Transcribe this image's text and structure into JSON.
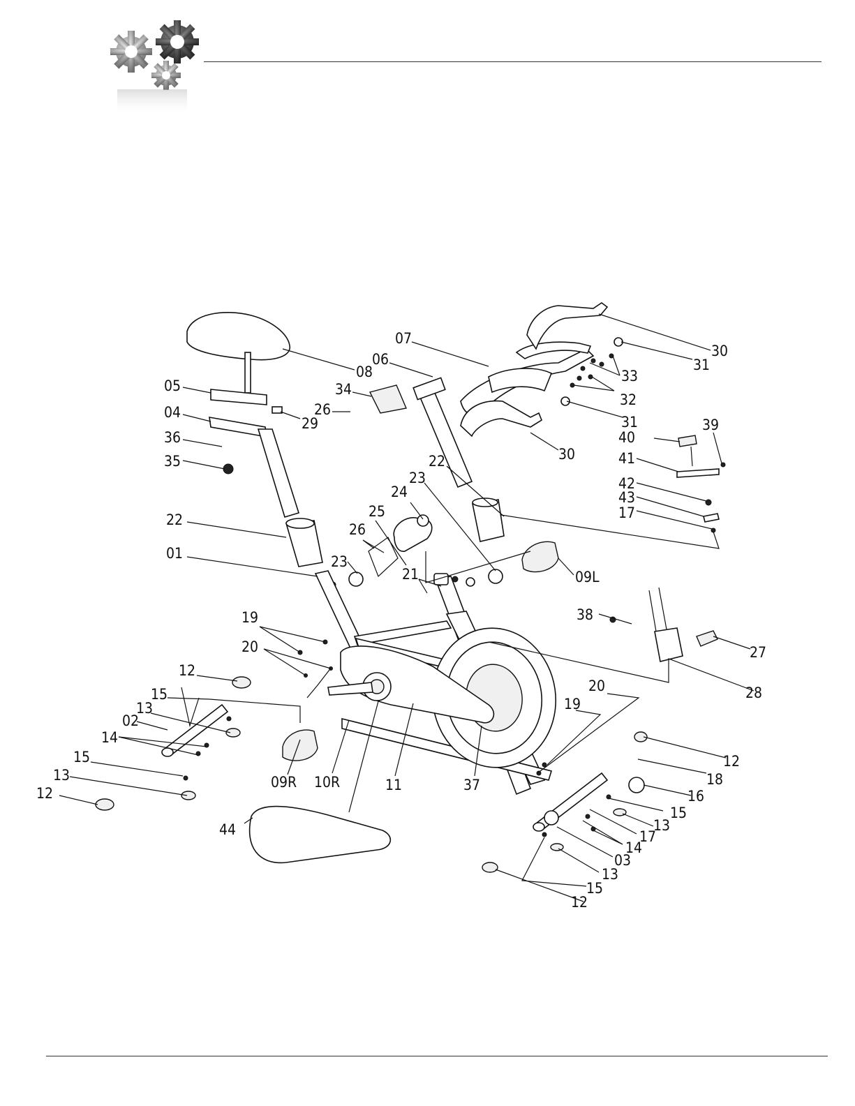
{
  "page": {
    "accent": "#333333"
  },
  "header": {
    "icon": "gears-icon"
  },
  "diagram": {
    "callouts": [
      {
        "id": "c-30a",
        "text": "30"
      },
      {
        "id": "c-31a",
        "text": "31"
      },
      {
        "id": "c-33",
        "text": "33"
      },
      {
        "id": "c-32",
        "text": "32"
      },
      {
        "id": "c-31b",
        "text": "31"
      },
      {
        "id": "c-30b",
        "text": "30"
      },
      {
        "id": "c-07",
        "text": "07"
      },
      {
        "id": "c-06",
        "text": "06"
      },
      {
        "id": "c-08",
        "text": "08"
      },
      {
        "id": "c-05",
        "text": "05"
      },
      {
        "id": "c-04",
        "text": "04"
      },
      {
        "id": "c-36",
        "text": "36"
      },
      {
        "id": "c-35",
        "text": "35"
      },
      {
        "id": "c-29",
        "text": "29"
      },
      {
        "id": "c-34",
        "text": "34"
      },
      {
        "id": "c-26a",
        "text": "26"
      },
      {
        "id": "c-39",
        "text": "39"
      },
      {
        "id": "c-40",
        "text": "40"
      },
      {
        "id": "c-41",
        "text": "41"
      },
      {
        "id": "c-42",
        "text": "42"
      },
      {
        "id": "c-43",
        "text": "43"
      },
      {
        "id": "c-17a",
        "text": "17"
      },
      {
        "id": "c-22a",
        "text": "22"
      },
      {
        "id": "c-23a",
        "text": "23"
      },
      {
        "id": "c-24",
        "text": "24"
      },
      {
        "id": "c-25",
        "text": "25"
      },
      {
        "id": "c-26b",
        "text": "26"
      },
      {
        "id": "c-23b",
        "text": "23"
      },
      {
        "id": "c-22b",
        "text": "22"
      },
      {
        "id": "c-01",
        "text": "01"
      },
      {
        "id": "c-21",
        "text": "21"
      },
      {
        "id": "c-09l",
        "text": "09L"
      },
      {
        "id": "c-38",
        "text": "38"
      },
      {
        "id": "c-27",
        "text": "27"
      },
      {
        "id": "c-28",
        "text": "28"
      },
      {
        "id": "c-19a",
        "text": "19"
      },
      {
        "id": "c-20a",
        "text": "20"
      },
      {
        "id": "c-12a",
        "text": "12"
      },
      {
        "id": "c-15a",
        "text": "15"
      },
      {
        "id": "c-13a",
        "text": "13"
      },
      {
        "id": "c-02",
        "text": "02"
      },
      {
        "id": "c-14a",
        "text": "14"
      },
      {
        "id": "c-15b",
        "text": "15"
      },
      {
        "id": "c-13b",
        "text": "13"
      },
      {
        "id": "c-12b",
        "text": "12"
      },
      {
        "id": "c-09r",
        "text": "09R"
      },
      {
        "id": "c-10r",
        "text": "10R"
      },
      {
        "id": "c-11",
        "text": "11"
      },
      {
        "id": "c-37",
        "text": "37"
      },
      {
        "id": "c-20b",
        "text": "20"
      },
      {
        "id": "c-19b",
        "text": "19"
      },
      {
        "id": "c-12c",
        "text": "12"
      },
      {
        "id": "c-18",
        "text": "18"
      },
      {
        "id": "c-16",
        "text": "16"
      },
      {
        "id": "c-15c",
        "text": "15"
      },
      {
        "id": "c-13c",
        "text": "13"
      },
      {
        "id": "c-17b",
        "text": "17"
      },
      {
        "id": "c-14b",
        "text": "14"
      },
      {
        "id": "c-03",
        "text": "03"
      },
      {
        "id": "c-13d",
        "text": "13"
      },
      {
        "id": "c-15d",
        "text": "15"
      },
      {
        "id": "c-12d",
        "text": "12"
      },
      {
        "id": "c-44",
        "text": "44"
      }
    ]
  }
}
